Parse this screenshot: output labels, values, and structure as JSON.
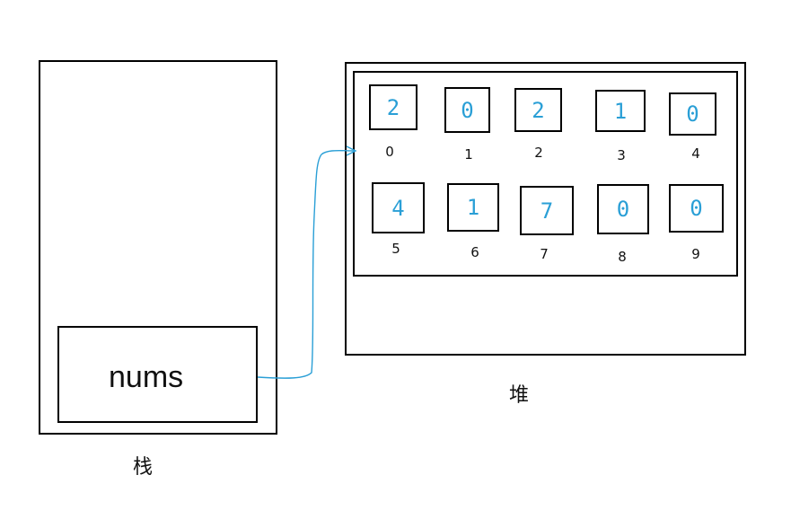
{
  "stack": {
    "label": "栈",
    "var_label": "nums"
  },
  "heap": {
    "label": "堆",
    "array": {
      "values": [
        "2",
        "0",
        "2",
        "1",
        "0",
        "4",
        "1",
        "7",
        "0",
        "0"
      ],
      "indices": [
        "0",
        "1",
        "2",
        "3",
        "4",
        "5",
        "6",
        "7",
        "8",
        "9"
      ]
    }
  },
  "colors": {
    "ink": "#000000",
    "handwriting": "#2a9fd6"
  }
}
